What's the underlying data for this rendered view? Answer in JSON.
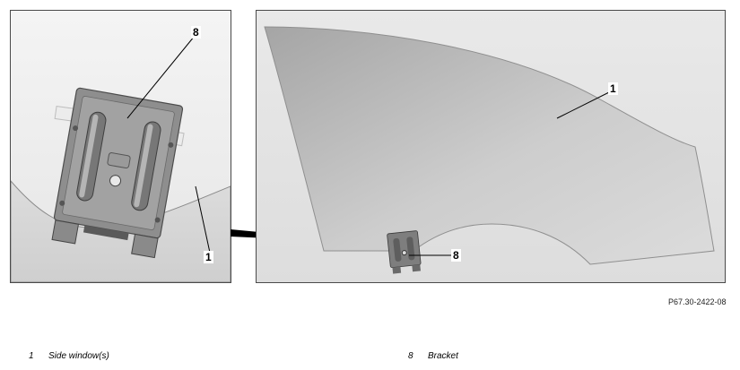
{
  "callouts": {
    "left_bracket": "8",
    "left_window": "1",
    "right_window": "1",
    "right_bracket": "8"
  },
  "figure_reference": "P67.30-2422-08",
  "legend": [
    {
      "number": "1",
      "label": "Side window(s)"
    },
    {
      "number": "8",
      "label": "Bracket"
    }
  ],
  "colors": {
    "panel_border": "#4a4a4a",
    "glass_light": "#d8d8d8",
    "glass_dark": "#a9a9a9",
    "bracket": "#8c8c8c",
    "connector": "#000000"
  }
}
